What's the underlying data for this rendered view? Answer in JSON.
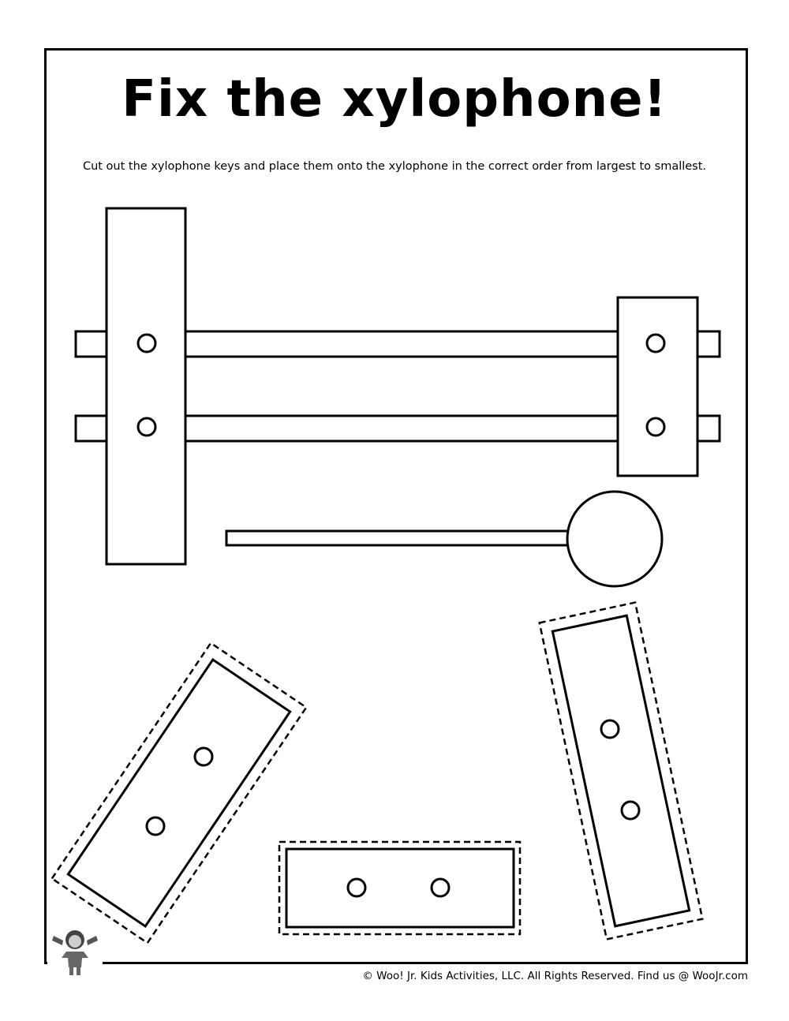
{
  "worksheet": {
    "title": "Fix the xylophone!",
    "instructions": "Cut out the xylophone keys and place them onto the xylophone in the correct order from largest to smallest.",
    "footer": "© Woo! Jr. Kids Activities, LLC. All Rights Reserved. Find us @ WooJr.com",
    "mascot_icon": "woo-jr-girl-mascot-icon"
  }
}
